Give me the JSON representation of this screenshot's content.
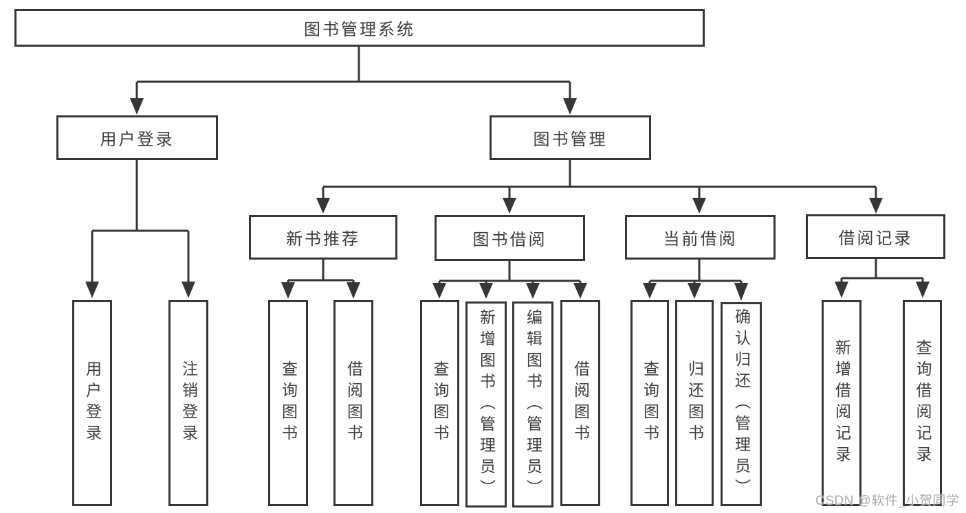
{
  "tree": {
    "root": "图书管理系统",
    "branches": [
      {
        "label": "用户登录",
        "children": [
          "用户登录",
          "注销登录"
        ]
      },
      {
        "label": "图书管理",
        "groups": [
          {
            "label": "新书推荐",
            "children": [
              "查询图书",
              "借阅图书"
            ]
          },
          {
            "label": "图书借阅",
            "children": [
              "查询图书",
              "新增图书（管理员）",
              "编辑图书（管理员）",
              "借阅图书"
            ]
          },
          {
            "label": "当前借阅",
            "children": [
              "查询图书",
              "归还图书",
              "确认归还（管理员）"
            ]
          },
          {
            "label": "借阅记录",
            "children": [
              "新增借阅记录",
              "查询借阅记录"
            ]
          }
        ]
      }
    ]
  },
  "watermark": "CSDN @软件_小贺同学",
  "colors": {
    "line": "#363636",
    "box_border": "#363636",
    "text": "#3d3d3d",
    "background": "#ffffff",
    "watermark": "#ababab"
  }
}
